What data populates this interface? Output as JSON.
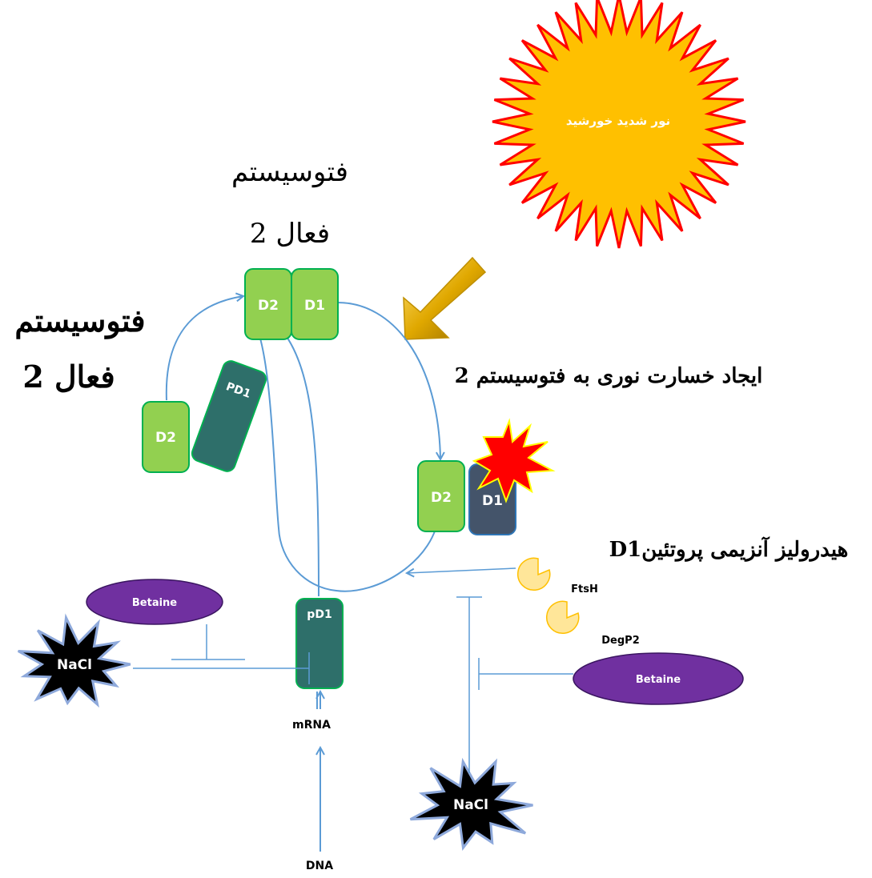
{
  "sun": {
    "label": "نور شدید خورشید",
    "fill": "#FFC000",
    "stroke": "#FF0000"
  },
  "labels": {
    "top_active_line1": "فتوسیستم",
    "top_active_line2": "2 فعال",
    "left_active_line1": "فتوسیستم",
    "left_active_line2": "2 فعال",
    "damage": "ایجاد خسارت نوری به فتوسیستم 2",
    "hydrolysis": "D1هیدرولیز آنزیمی پروتئین"
  },
  "proteins": {
    "top_d2": "D2",
    "top_d1": "D1",
    "right_d2": "D2",
    "right_d1": "D1",
    "left_d2": "D2",
    "left_pd1": "PD1",
    "pd1_precursor": "pD1"
  },
  "enzymes": {
    "ftsh": "FtsH",
    "degp2": "DegP2"
  },
  "regulators": {
    "betaine_left": "Betaine",
    "betaine_right": "Betaine",
    "nacl_left": "NaCl",
    "nacl_bottom": "NaCl"
  },
  "nucleic": {
    "mrna": "mRNA",
    "dna": "DNA"
  },
  "colors": {
    "light_green": "#92D050",
    "green_border": "#00B050",
    "dark_teal": "#2E6F6A",
    "damaged_d1": "#44546A",
    "arrow_blue": "#5B9BD5",
    "betaine_purple": "#7030A0",
    "enzyme_yellow": "#FFE699",
    "light_arrow": "#BF8F00"
  }
}
